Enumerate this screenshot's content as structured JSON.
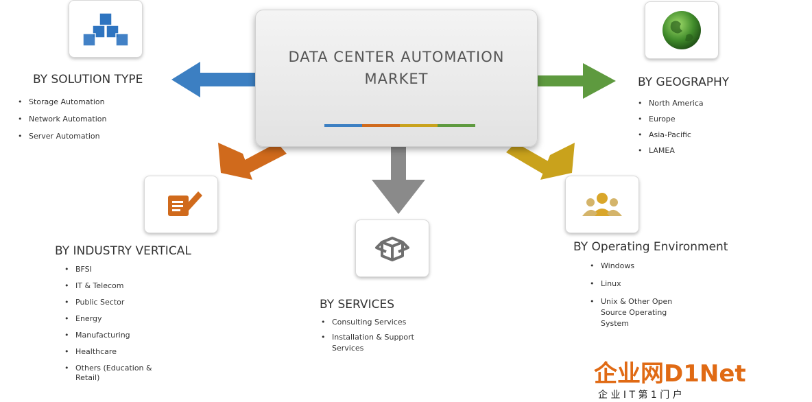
{
  "center": {
    "title": "DATA CENTER AUTOMATION\nMARKET"
  },
  "colors": {
    "blue": "#3c7fc2",
    "green": "#5e9a3f",
    "orange": "#d06a1c",
    "gold": "#c9a21c",
    "gray": "#8a8a8a"
  },
  "sections": {
    "solution_type": {
      "title": "BY SOLUTION TYPE",
      "items": [
        "Storage Automation",
        "Network Automation",
        "Server Automation"
      ]
    },
    "geography": {
      "title": "BY GEOGRAPHY",
      "items": [
        "North America",
        "Europe",
        "Asia-Pacific",
        "LAMEA"
      ]
    },
    "industry_vertical": {
      "title": "BY INDUSTRY VERTICAL",
      "items": [
        "BFSI",
        "IT & Telecom",
        "Public Sector",
        "Energy",
        "Manufacturing",
        "Healthcare",
        "Others (Education &\nRetail)"
      ]
    },
    "services": {
      "title": "BY SERVICES",
      "items": [
        "Consulting Services",
        "Installation & Support\nServices"
      ]
    },
    "operating_environment": {
      "title": "BY Operating Environment",
      "items": [
        "Windows",
        "Linux",
        "Unix & Other Open\nSource Operating\nSystem"
      ]
    }
  },
  "icons": {
    "solution_type": "cubes-icon",
    "geography": "globe-icon",
    "industry_vertical": "document-pen-icon",
    "services": "box-icon",
    "operating_environment": "users-icon"
  },
  "watermark": {
    "logo": "企业网D1Net",
    "tagline": "企 业 I T 第 1 门 户"
  }
}
